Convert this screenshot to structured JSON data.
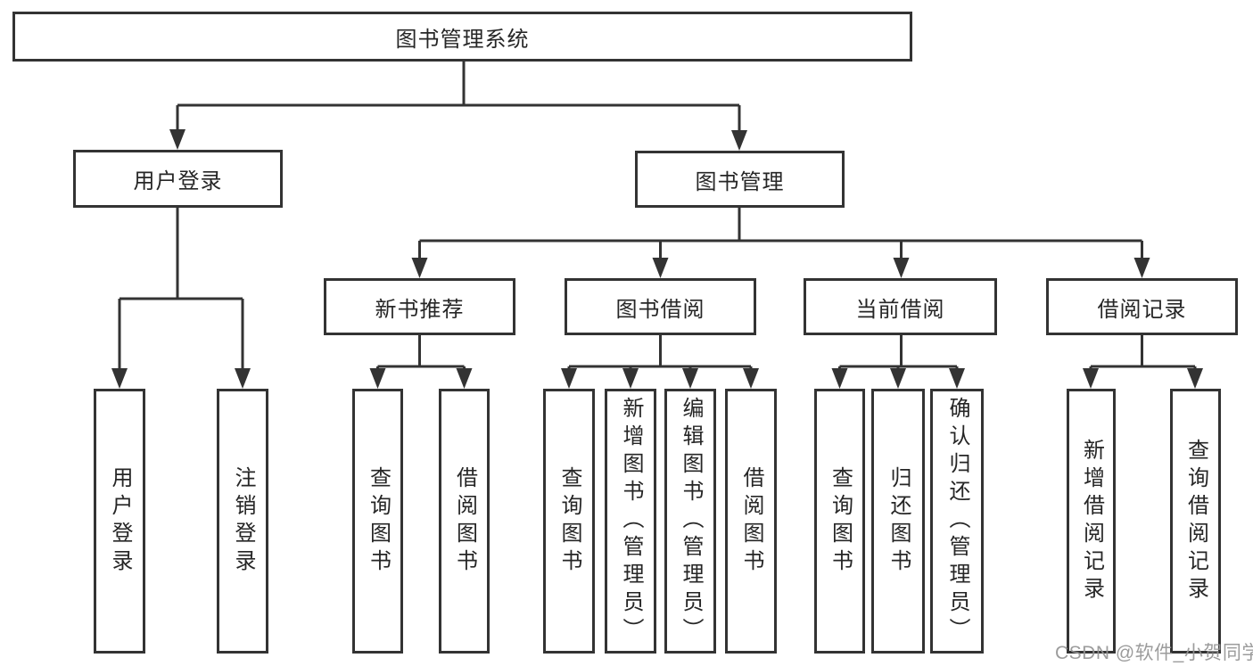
{
  "diagram": {
    "root": {
      "label": "图书管理系统"
    },
    "level2": [
      {
        "label": "用户登录"
      },
      {
        "label": "图书管理"
      }
    ],
    "level3": [
      {
        "label": "新书推荐"
      },
      {
        "label": "图书借阅"
      },
      {
        "label": "当前借阅"
      },
      {
        "label": "借阅记录"
      }
    ],
    "leaves": {
      "user_login": [
        {
          "label": "用户登录"
        },
        {
          "label": "注销登录"
        }
      ],
      "new_book_recommend": [
        {
          "label": "查询图书"
        },
        {
          "label": "借阅图书"
        }
      ],
      "book_borrow": [
        {
          "label": "查询图书"
        },
        {
          "label": "新增图书（管理员）"
        },
        {
          "label": "编辑图书（管理员）"
        },
        {
          "label": "借阅图书"
        }
      ],
      "current_borrow": [
        {
          "label": "查询图书"
        },
        {
          "label": "归还图书"
        },
        {
          "label": "确认归还（管理员）"
        }
      ],
      "borrow_records": [
        {
          "label": "新增借阅记录"
        },
        {
          "label": "查询借阅记录"
        }
      ]
    }
  },
  "watermark": {
    "text": "CSDN @软件_小贺同学"
  },
  "colors": {
    "line": "#333333",
    "text": "#262626",
    "background": "#ffffff",
    "watermark": "#949494"
  }
}
